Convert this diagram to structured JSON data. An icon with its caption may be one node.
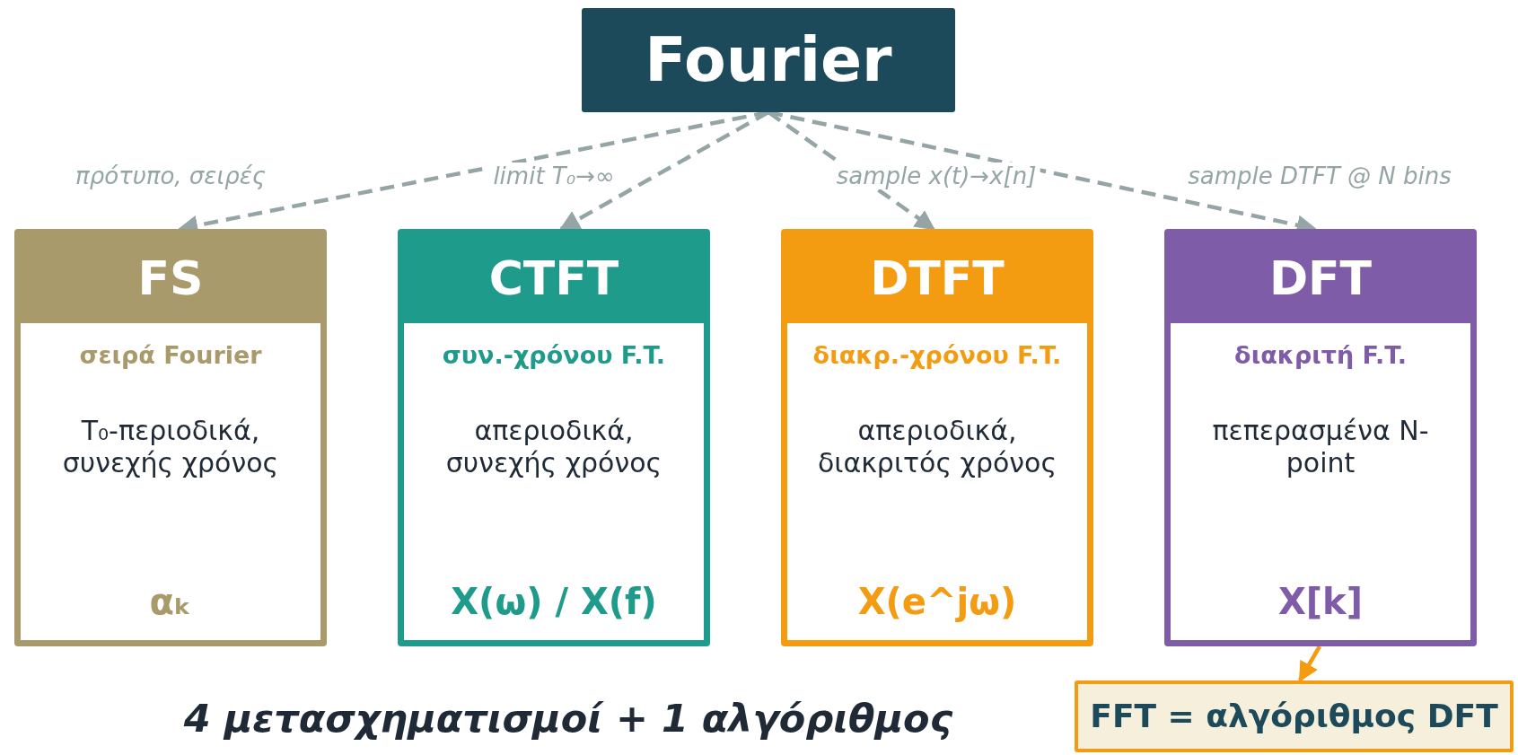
{
  "diagram": {
    "caption": "4 μετασχηματισμοί + 1 αλγόριθμος",
    "nodes": [
      {
        "text": [
          "Fourier"
        ]
      },
      {
        "text": [
          "FS",
          "σειρά Fourier",
          "T₀-περιοδικά, συνεχής χρόνος",
          "αₖ"
        ]
      },
      {
        "text": [
          "CTFT",
          "συν.-χρόνου F.T.",
          "απεριοδικά, συνεχής χρόνος",
          "X(ω) / X(f)"
        ]
      },
      {
        "text": [
          "DTFT",
          "διακρ.-χρόνου F.T.",
          "απεριοδικά, διακριτός χρόνος",
          "X(e^jω)"
        ]
      },
      {
        "text": [
          "DFT",
          "διακριτή F.T.",
          "πεπερασμένα N-point",
          "X[k]"
        ]
      },
      {
        "text": [
          "FFT = αλγόριθμος DFT"
        ]
      }
    ],
    "edges": [
      {
        "from": 0,
        "to": 1,
        "arrow": "to",
        "label": "πρότυπο, σειρές",
        "style": "dashed"
      },
      {
        "from": 0,
        "to": 2,
        "arrow": "to",
        "label": "limit  T₀→∞",
        "style": "dashed"
      },
      {
        "from": 0,
        "to": 3,
        "arrow": "to",
        "label": "sample x(t)→x[n]",
        "style": "dashed"
      },
      {
        "from": 0,
        "to": 4,
        "arrow": "to",
        "label": "sample DTFT @ N bins",
        "style": "dashed"
      },
      {
        "from": 4,
        "to": 5,
        "arrow": "to",
        "color": "#f39c12"
      }
    ]
  }
}
